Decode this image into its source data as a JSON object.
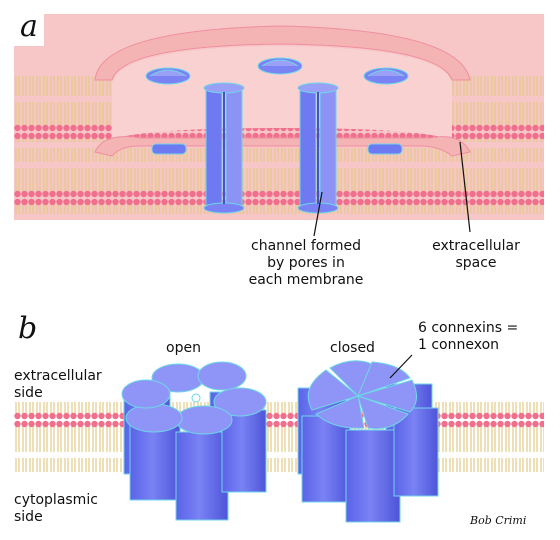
{
  "panel_a": {
    "letter": "a",
    "channel_label": [
      "channel formed",
      "by pores in",
      "each membrane"
    ],
    "extracellular_label": [
      "extracellular",
      "space"
    ]
  },
  "panel_b": {
    "letter": "b",
    "open_label": "open",
    "closed_label": "closed",
    "connexon_label": [
      "6 connexins =",
      "1 connexon"
    ],
    "extracellular_side_label": [
      "extracellular",
      "side"
    ],
    "cytoplasmic_side_label": [
      "cytoplasmic",
      "side"
    ]
  },
  "credit": "Bob Crimi",
  "colors": {
    "membrane_pink": "#f7c9c9",
    "cytoplasm_pink": "#f6c6c6",
    "lipid_head": "#f06f8d",
    "lipid_tail": "#f2e4a6",
    "protein_blue": "#6f79f2",
    "protein_light": "#9aa0f5",
    "protein_outline": "#6fd6e8"
  }
}
